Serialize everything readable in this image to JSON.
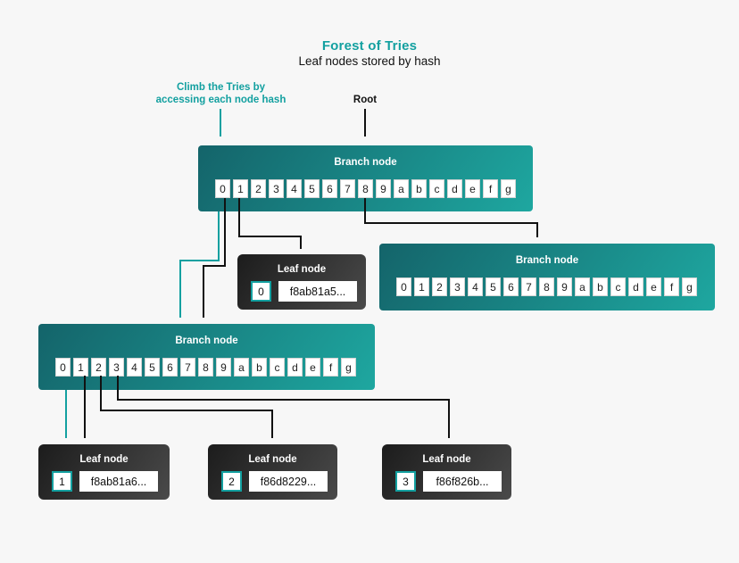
{
  "title": "Forest of Tries",
  "subtitle": "Leaf nodes stored by hash",
  "annotations": {
    "climb_line1": "Climb the Tries by",
    "climb_line2": "accessing each node hash",
    "root": "Root"
  },
  "cells": [
    "0",
    "1",
    "2",
    "3",
    "4",
    "5",
    "6",
    "7",
    "8",
    "9",
    "a",
    "b",
    "c",
    "d",
    "e",
    "f",
    "g"
  ],
  "nodes": {
    "branch_root": {
      "title": "Branch node"
    },
    "branch_right": {
      "title": "Branch node"
    },
    "branch_child": {
      "title": "Branch node"
    },
    "leaf0": {
      "title": "Leaf node",
      "index": "0",
      "hash": "f8ab81a5..."
    },
    "leaf1": {
      "title": "Leaf node",
      "index": "1",
      "hash": "f8ab81a6..."
    },
    "leaf2": {
      "title": "Leaf node",
      "index": "2",
      "hash": "f86d8229..."
    },
    "leaf3": {
      "title": "Leaf node",
      "index": "3",
      "hash": "f86f826b..."
    }
  },
  "colors": {
    "background": "#f7f7f7",
    "teal_accent": "#13a0a0",
    "branch_gradient_start": "#14646a",
    "branch_gradient_end": "#1ea7a0",
    "leaf_gradient_start": "#1c1c1c",
    "leaf_gradient_end": "#4a4a4a",
    "connector_black": "#111111"
  }
}
